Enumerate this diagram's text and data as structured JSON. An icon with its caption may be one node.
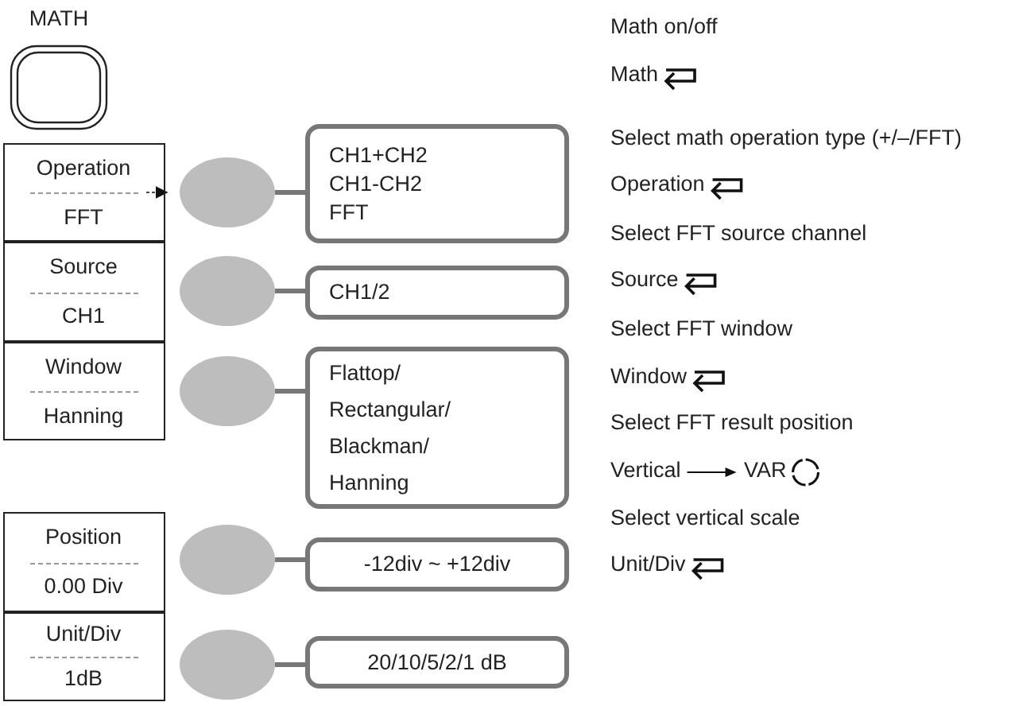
{
  "diagram": {
    "nodes": [
      {
        "text": [
          "MATH"
        ]
      },
      {
        "text": [
          "Operation",
          "FFT"
        ]
      },
      {
        "text": [
          "Source",
          "CH1"
        ]
      },
      {
        "text": [
          "Window",
          "Hanning"
        ]
      },
      {
        "text": [
          "Position",
          "0.00 Div"
        ]
      },
      {
        "text": [
          "Unit/Div",
          "1dB"
        ]
      },
      {
        "text": [],
        "shape": "circle"
      },
      {
        "text": [],
        "shape": "circle"
      },
      {
        "text": [],
        "shape": "circle"
      },
      {
        "text": [],
        "shape": "circle"
      },
      {
        "text": [],
        "shape": "circle"
      },
      {
        "text": [
          "CH1+CH2",
          "CH1-CH2",
          "FFT"
        ]
      },
      {
        "text": [
          "CH1/2"
        ]
      },
      {
        "text": [
          "Flattop/",
          "Rectangular/",
          "Blackman/",
          "Hanning"
        ]
      },
      {
        "text": [
          "-12div ~ +12div"
        ]
      },
      {
        "text": [
          "20/10/5/2/1 dB"
        ]
      }
    ],
    "edges": [
      {
        "from": 6,
        "to": 11,
        "arrow": "none"
      },
      {
        "from": 7,
        "to": 12,
        "arrow": "none"
      },
      {
        "from": 8,
        "to": 13,
        "arrow": "none"
      },
      {
        "from": 9,
        "to": 14,
        "arrow": "none"
      },
      {
        "from": 10,
        "to": 15,
        "arrow": "none"
      },
      {
        "from": 1,
        "to": 6,
        "arrow": "to",
        "style": "dashed",
        "color": "#111111"
      }
    ],
    "labels": [
      "Math on/off",
      "Math",
      "Select math operation type (+/–/FFT)",
      "Operation",
      "Select FFT source channel",
      "Source",
      "Select FFT window",
      "Window",
      "Select FFT result position",
      "Vertical",
      "VAR",
      "Select vertical scale",
      "Unit/Div"
    ]
  }
}
